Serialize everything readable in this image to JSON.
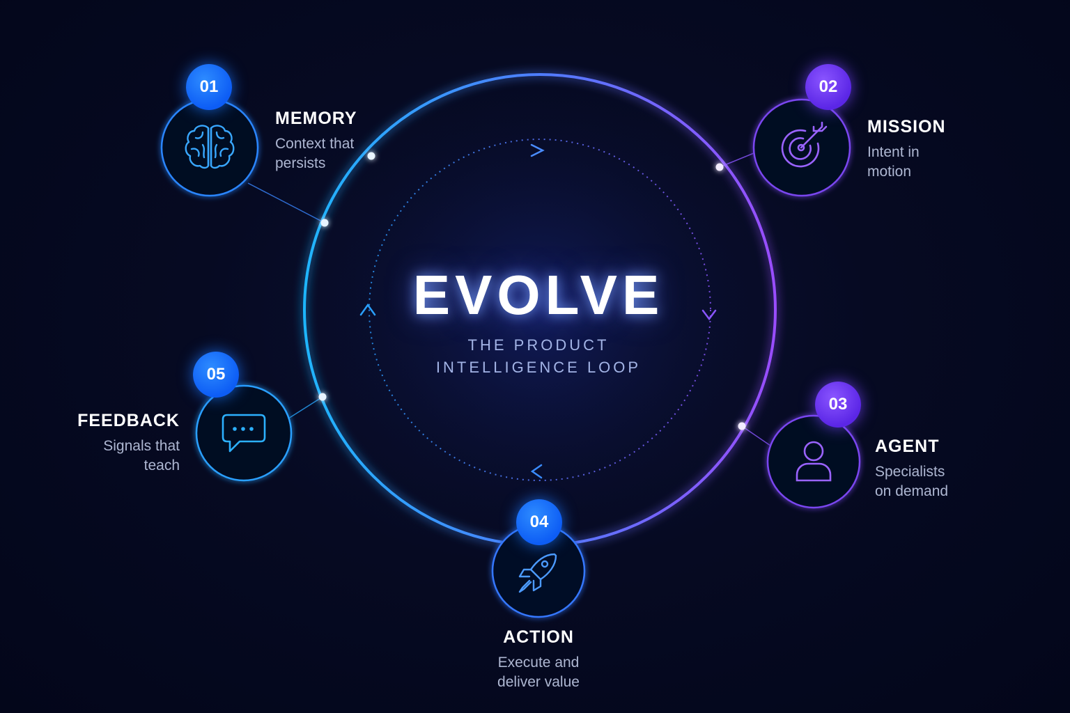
{
  "center": {
    "title": "EVOLVE",
    "subtitle_line1": "THE PRODUCT",
    "subtitle_line2": "INTELLIGENCE LOOP"
  },
  "steps": [
    {
      "number": "01",
      "title": "MEMORY",
      "desc_line1": "Context that",
      "desc_line2": "persists",
      "icon": "brain-icon"
    },
    {
      "number": "02",
      "title": "MISSION",
      "desc_line1": "Intent in",
      "desc_line2": "motion",
      "icon": "target-icon"
    },
    {
      "number": "03",
      "title": "AGENT",
      "desc_line1": "Specialists",
      "desc_line2": "on demand",
      "icon": "person-icon"
    },
    {
      "number": "04",
      "title": "ACTION",
      "desc_line1": "Execute and",
      "desc_line2": "deliver value",
      "icon": "rocket-icon"
    },
    {
      "number": "05",
      "title": "FEEDBACK",
      "desc_line1": "Signals that",
      "desc_line2": "teach",
      "icon": "chat-bubble-icon"
    }
  ],
  "colors": {
    "background": "#03061a",
    "accent_blue": "#1e8bff",
    "accent_purple": "#8a4dff",
    "text_muted": "#aeb7d2"
  }
}
